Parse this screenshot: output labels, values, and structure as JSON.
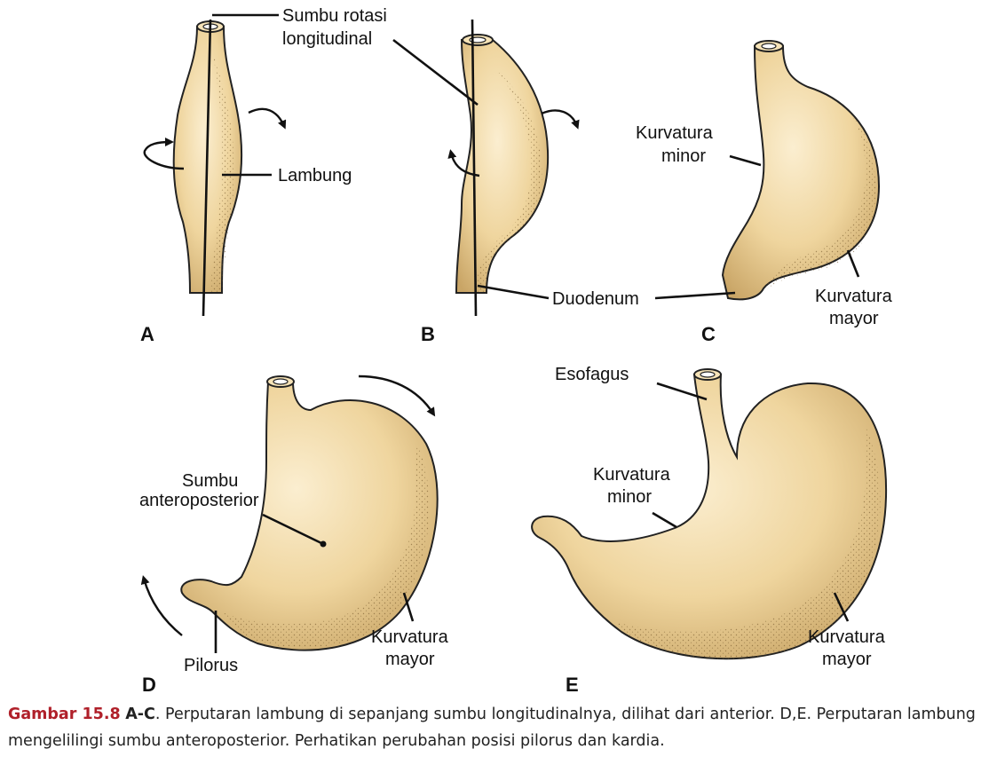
{
  "colors": {
    "organ": "#efd59e",
    "organ_shadow": "#c9a566",
    "caption_label": "#b0202a",
    "text": "#111111"
  },
  "labels": {
    "sumbu_rotasi_line1": "Sumbu rotasi",
    "sumbu_rotasi_line2": "longitudinal",
    "lambung": "Lambung",
    "kurvatura_minor_c_line1": "Kurvatura",
    "kurvatura_minor_c_line2": "minor",
    "kurvatura_mayor_c_line1": "Kurvatura",
    "kurvatura_mayor_c_line2": "mayor",
    "duodenum": "Duodenum",
    "sumbu_ap_line1": "Sumbu",
    "sumbu_ap_line2": "anteroposterior",
    "pilorus": "Pilorus",
    "kurvatura_mayor_d_line1": "Kurvatura",
    "kurvatura_mayor_d_line2": "mayor",
    "esofagus": "Esofagus",
    "kurvatura_minor_e_line1": "Kurvatura",
    "kurvatura_minor_e_line2": "minor",
    "kurvatura_mayor_e_line1": "Kurvatura",
    "kurvatura_mayor_e_line2": "mayor"
  },
  "panels": [
    "A",
    "B",
    "C",
    "D",
    "E"
  ],
  "caption": {
    "label": "Gambar 15.8",
    "bold_part": "A-C",
    "text": ". Perputaran lambung di sepanjang sumbu longitudinalnya, dilihat dari anterior. D,E. Perputaran lambung mengelilingi sumbu anteroposterior. Perhatikan perubahan posisi pilorus dan kardia."
  }
}
